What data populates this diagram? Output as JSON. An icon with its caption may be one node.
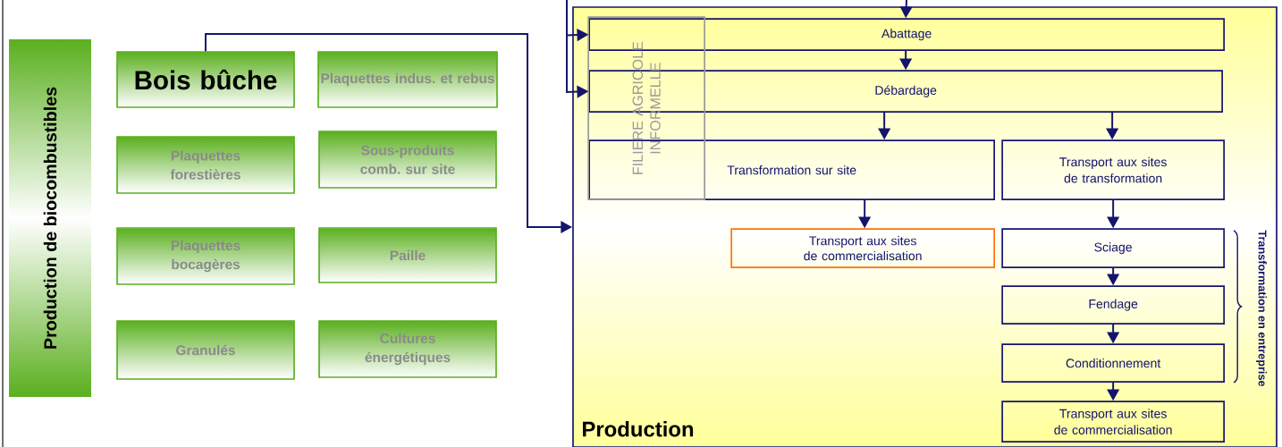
{
  "diagram": {
    "nodes": [
      {
        "text": [
          "Production de biocombustibles"
        ]
      },
      {
        "text": [
          "Bois bûche"
        ]
      },
      {
        "text": [
          "Plaquettes indus. et rebus"
        ]
      },
      {
        "text": [
          "Plaquettes forestières"
        ]
      },
      {
        "text": [
          "Sous-produits comb. sur site"
        ]
      },
      {
        "text": [
          "Plaquettes bocagères"
        ]
      },
      {
        "text": [
          "Paille"
        ]
      },
      {
        "text": [
          "Granulés"
        ]
      },
      {
        "text": [
          "Cultures énergétiques"
        ]
      },
      {
        "text": [
          "Production"
        ]
      },
      {
        "text": [
          "FILIERE AGRICOLE INFORMELLE"
        ],
        "in": 9
      },
      {
        "text": [
          "Abattage"
        ],
        "in": 9
      },
      {
        "text": [
          "Débardage"
        ],
        "in": 9
      },
      {
        "text": [
          "Transformation sur site"
        ],
        "in": 9
      },
      {
        "text": [
          "Transport aux sites de transformation"
        ],
        "in": 9
      },
      {
        "text": [
          "Transport aux sites de commercialisation"
        ],
        "in": 9
      },
      {
        "text": [
          "Sciage"
        ],
        "in": 9
      },
      {
        "text": [
          "Fendage"
        ],
        "in": 9
      },
      {
        "text": [
          "Conditionnement"
        ],
        "in": 9
      },
      {
        "text": [
          "Transport aux sites de commercialisation"
        ],
        "in": 9
      }
    ],
    "edges": [
      {
        "from": null,
        "to": 11,
        "arrow": "to"
      },
      {
        "from": null,
        "to": 11,
        "arrow": "to"
      },
      {
        "from": null,
        "to": 12,
        "arrow": "to"
      },
      {
        "from": 1,
        "to": 9,
        "arrow": "to"
      },
      {
        "from": 11,
        "to": 12,
        "arrow": "to"
      },
      {
        "from": 12,
        "to": 13,
        "arrow": "to"
      },
      {
        "from": 12,
        "to": 14,
        "arrow": "to"
      },
      {
        "from": 13,
        "to": 15,
        "arrow": "to"
      },
      {
        "from": 14,
        "to": 16,
        "arrow": "to"
      },
      {
        "from": 16,
        "to": 17,
        "arrow": "to"
      },
      {
        "from": 17,
        "to": 18,
        "arrow": "to"
      },
      {
        "from": 18,
        "to": 19,
        "arrow": "to"
      }
    ],
    "labels": [
      "Transformation en entreprise"
    ]
  }
}
